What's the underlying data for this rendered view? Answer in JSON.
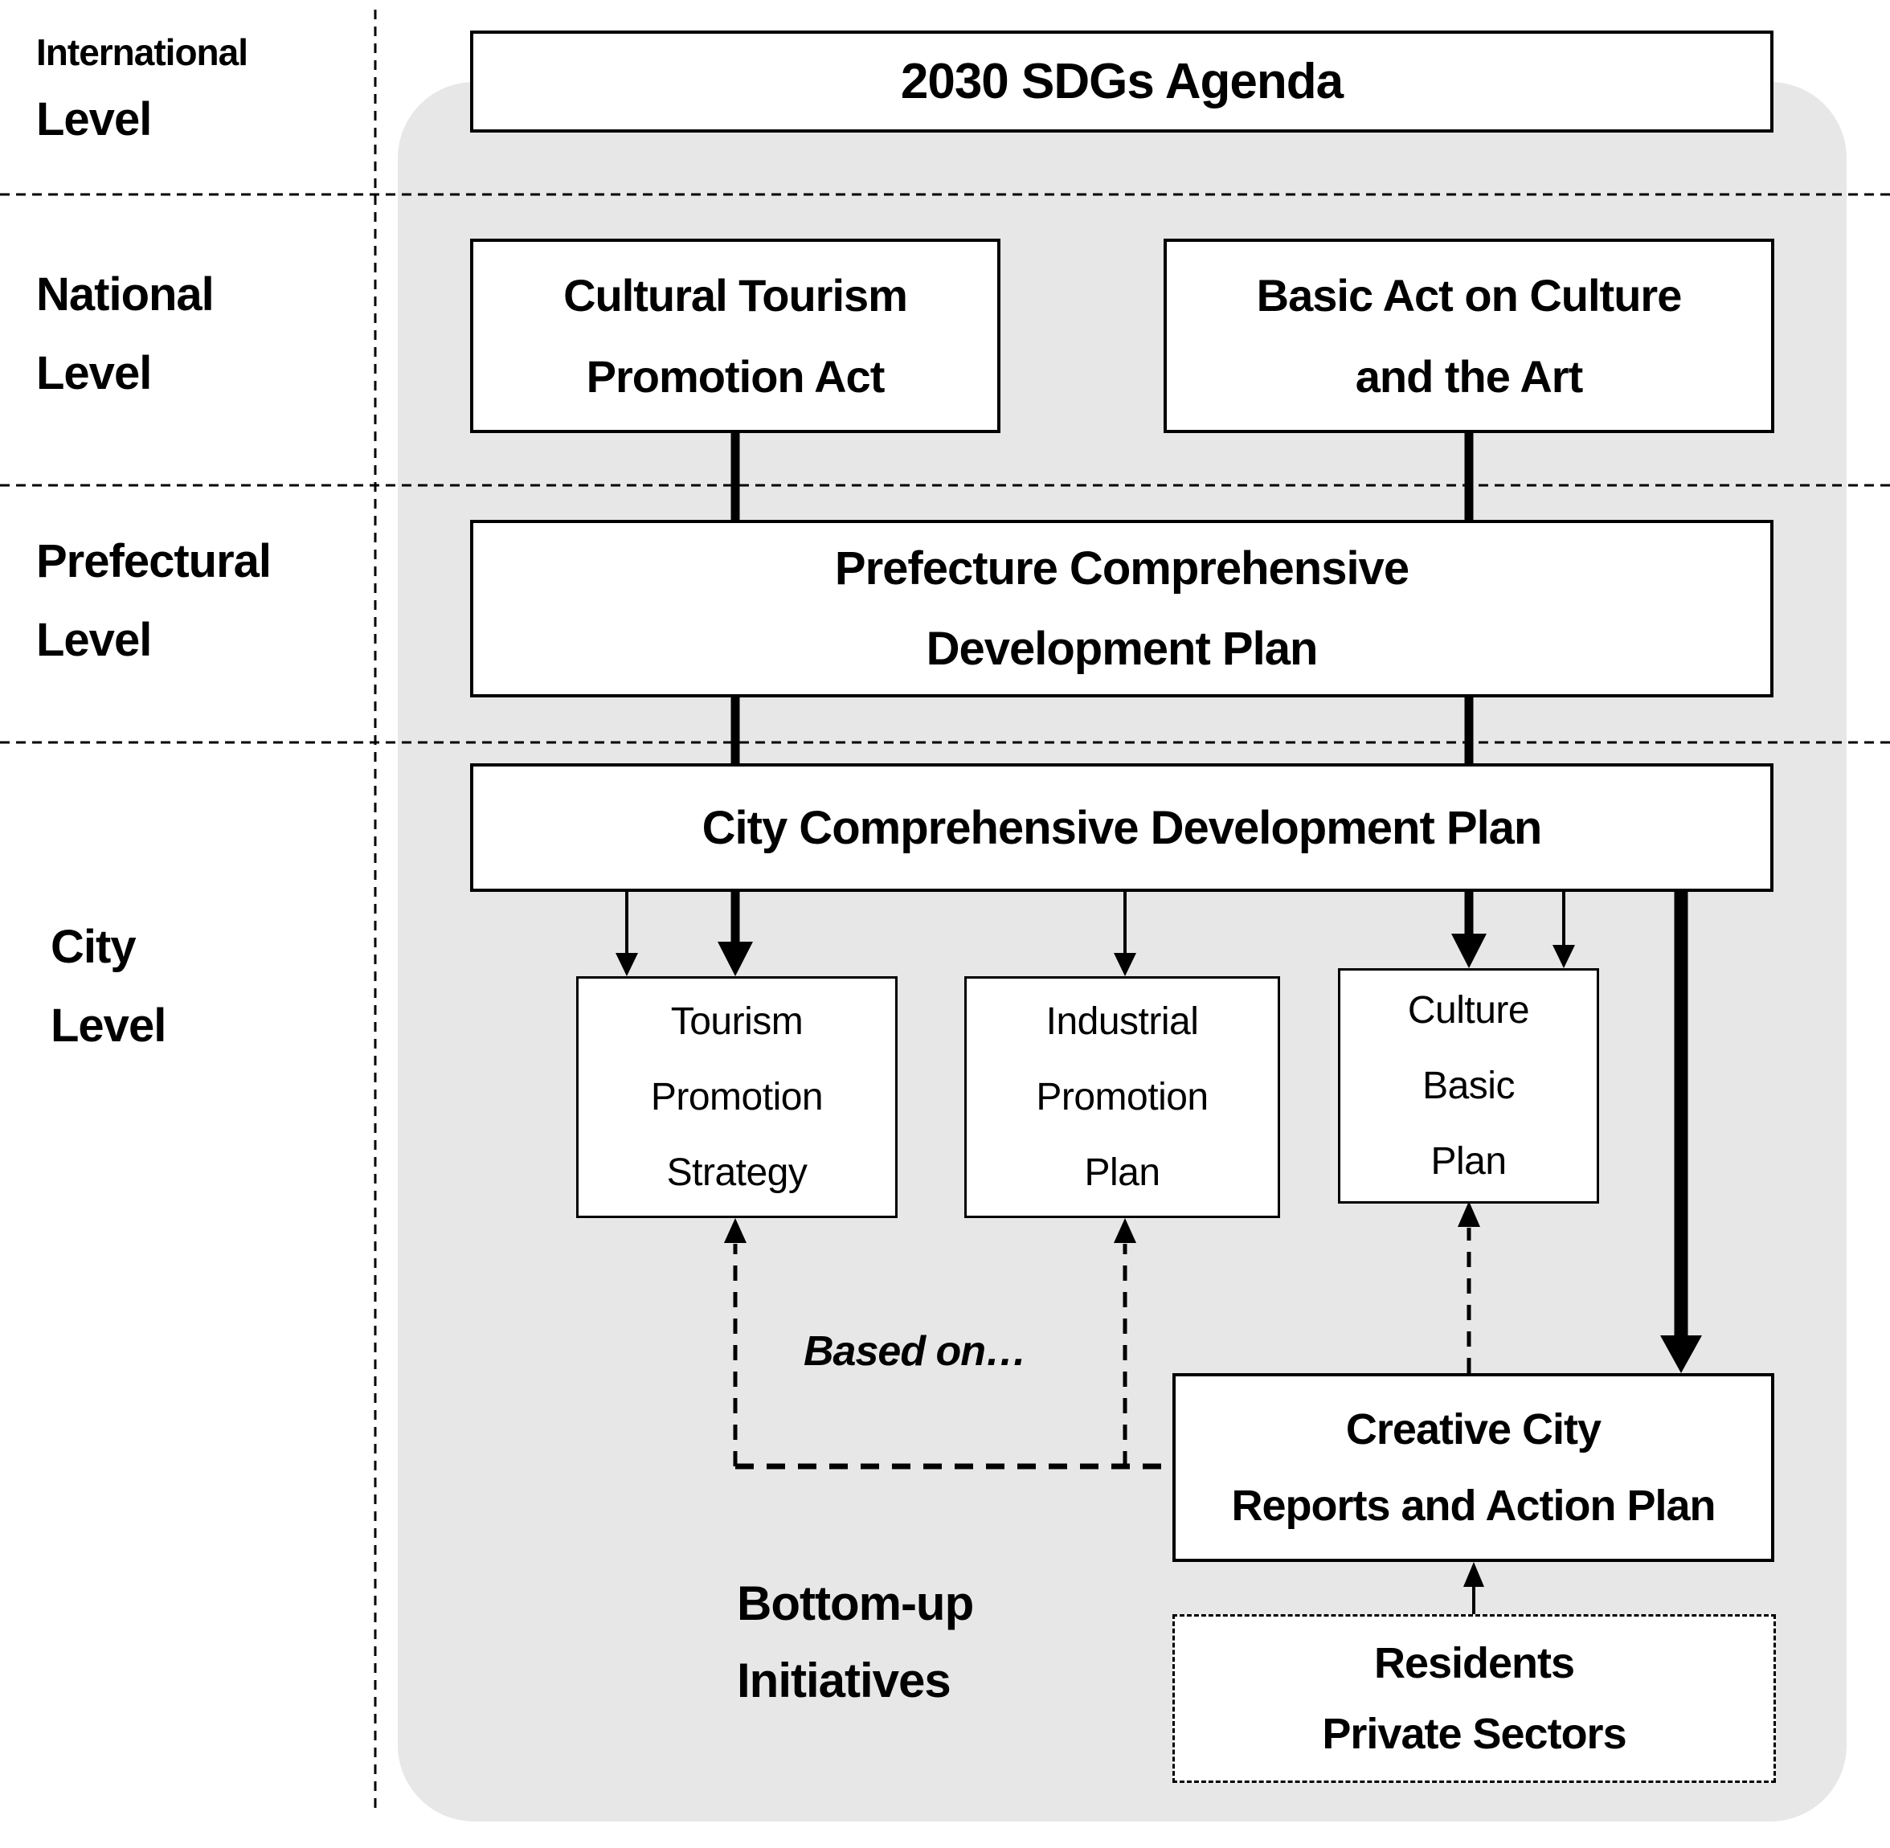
{
  "levels": [
    {
      "id": "international",
      "line1": "International",
      "line2": "Level"
    },
    {
      "id": "national",
      "line1": "National",
      "line2": "Level"
    },
    {
      "id": "prefectural",
      "line1": "Prefectural",
      "line2": "Level"
    },
    {
      "id": "city",
      "line1": "City",
      "line2": "Level"
    }
  ],
  "boxes": {
    "sdgs": {
      "label": "2030 SDGs Agenda"
    },
    "cultural_act": {
      "lines": [
        "Cultural Tourism",
        "Promotion Act"
      ]
    },
    "basic_act": {
      "lines": [
        "Basic Act on Culture",
        "and the Art"
      ]
    },
    "prefecture": {
      "lines": [
        "Prefecture Comprehensive",
        "Development Plan"
      ]
    },
    "city": {
      "label": "City Comprehensive Development Plan"
    },
    "tourism": {
      "lines": [
        "Tourism",
        "Promotion",
        "Strategy"
      ]
    },
    "industrial": {
      "lines": [
        "Industrial",
        "Promotion",
        "Plan"
      ]
    },
    "culture": {
      "lines": [
        "Culture",
        "Basic",
        "Plan"
      ]
    },
    "creative": {
      "lines": [
        "Creative City",
        "Reports and Action Plan"
      ]
    },
    "residents": {
      "lines": [
        "Residents",
        "Private Sectors"
      ]
    }
  },
  "annotations": {
    "based_on": "Based on…",
    "bottom_up_line1": "Bottom-up",
    "bottom_up_line2": "Initiatives"
  },
  "colors": {
    "panel_bg": "#e7e7e7",
    "ink": "#000000",
    "box_bg": "#ffffff"
  }
}
